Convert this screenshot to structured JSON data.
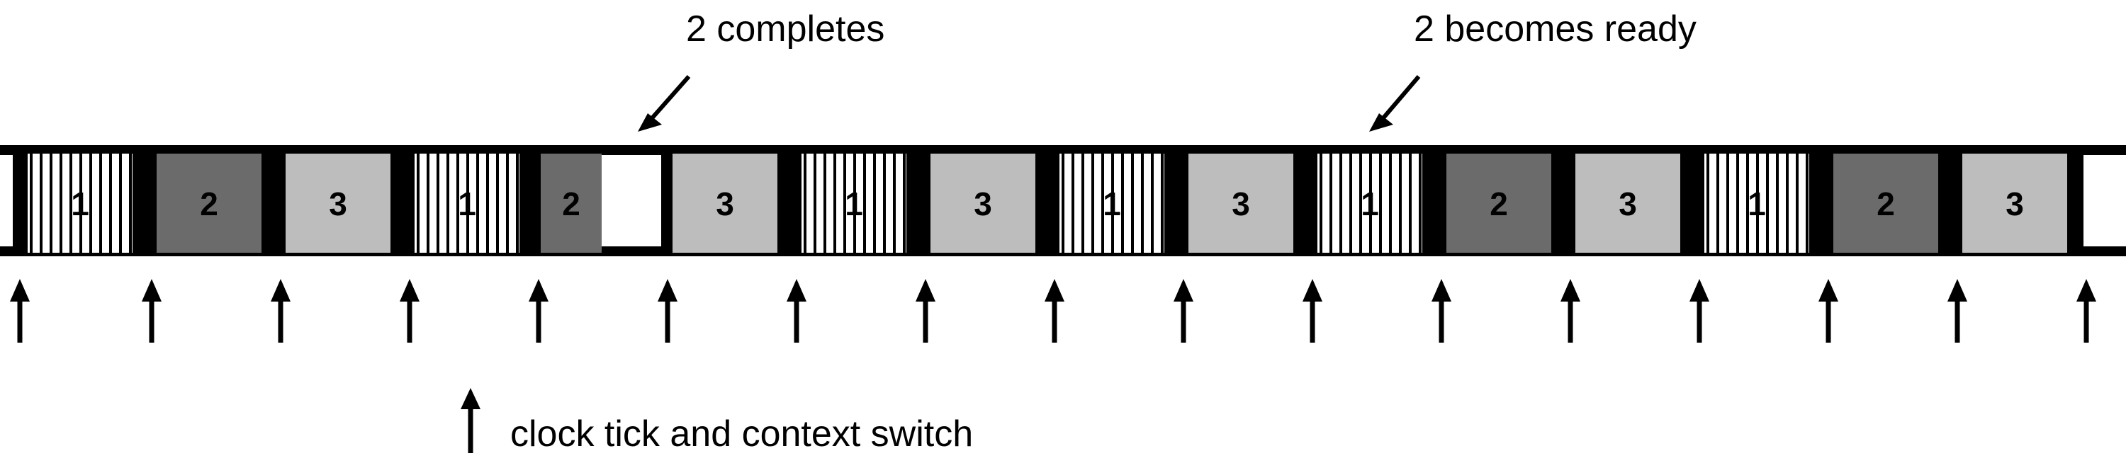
{
  "annotations": {
    "completes": "2 completes",
    "ready": "2 becomes ready"
  },
  "legend": {
    "label": "clock tick and context switch"
  },
  "timeline": {
    "slots": [
      {
        "process": "1",
        "kind": "p1"
      },
      {
        "process": "2",
        "kind": "p2"
      },
      {
        "process": "3",
        "kind": "p3"
      },
      {
        "process": "1",
        "kind": "p1"
      },
      {
        "process": "2",
        "kind": "p2",
        "partial": true
      },
      {
        "process": "3",
        "kind": "p3"
      },
      {
        "process": "1",
        "kind": "p1"
      },
      {
        "process": "3",
        "kind": "p3"
      },
      {
        "process": "1",
        "kind": "p1"
      },
      {
        "process": "3",
        "kind": "p3"
      },
      {
        "process": "1",
        "kind": "p1"
      },
      {
        "process": "2",
        "kind": "p2"
      },
      {
        "process": "3",
        "kind": "p3"
      },
      {
        "process": "1",
        "kind": "p1"
      },
      {
        "process": "2",
        "kind": "p2"
      },
      {
        "process": "3",
        "kind": "p3"
      }
    ],
    "clock_ticks": 17
  },
  "colors": {
    "process_1": "#ffffff",
    "process_1_stripe": "#000000",
    "process_2": "#6b6b6b",
    "process_3": "#bdbdbd",
    "switch": "#000000"
  }
}
